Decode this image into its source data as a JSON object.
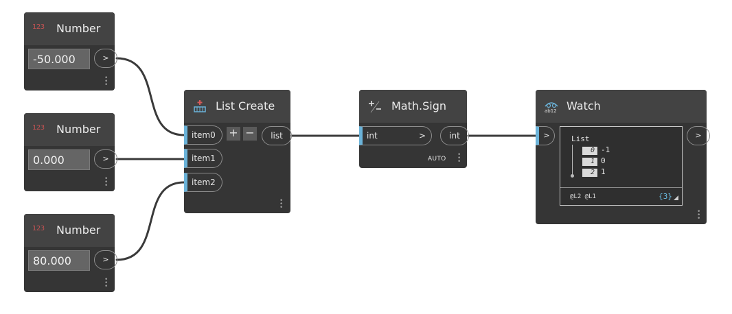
{
  "number_nodes": [
    {
      "title": "Number",
      "icon_text": "123",
      "value": "-50.000",
      "output_label": ">"
    },
    {
      "title": "Number",
      "icon_text": "123",
      "value": "0.000",
      "output_label": ">"
    },
    {
      "title": "Number",
      "icon_text": "123",
      "value": "80.000",
      "output_label": ">"
    }
  ],
  "list_create": {
    "title": "List Create",
    "inputs": [
      "item0",
      "item1",
      "item2"
    ],
    "add_label": "+",
    "remove_label": "−",
    "output": "list"
  },
  "math_sign": {
    "title": "Math.Sign",
    "input": "int",
    "input_arrow": ">",
    "output": "int",
    "lacing": "AUTO"
  },
  "watch": {
    "title": "Watch",
    "input_label": ">",
    "output_label": ">",
    "list_header": "List",
    "items": [
      {
        "index": "0",
        "value": "-1"
      },
      {
        "index": "1",
        "value": "0"
      },
      {
        "index": "2",
        "value": "1"
      }
    ],
    "levels": "@L2 @L1",
    "count": "{3}"
  },
  "colors": {
    "node_body": "#353535",
    "node_header": "#434343",
    "wire": "#3a3a3a",
    "input_port_marker": "#6bb3d9",
    "number_icon": "#c55353",
    "list_create_icon": "#d65a5a",
    "count_text": "#6bc1e8"
  },
  "icons": {
    "number": "number-123-icon",
    "list_create": "list-create-icon",
    "math_sign": "plus-minus-icon",
    "watch": "watch-icon"
  }
}
